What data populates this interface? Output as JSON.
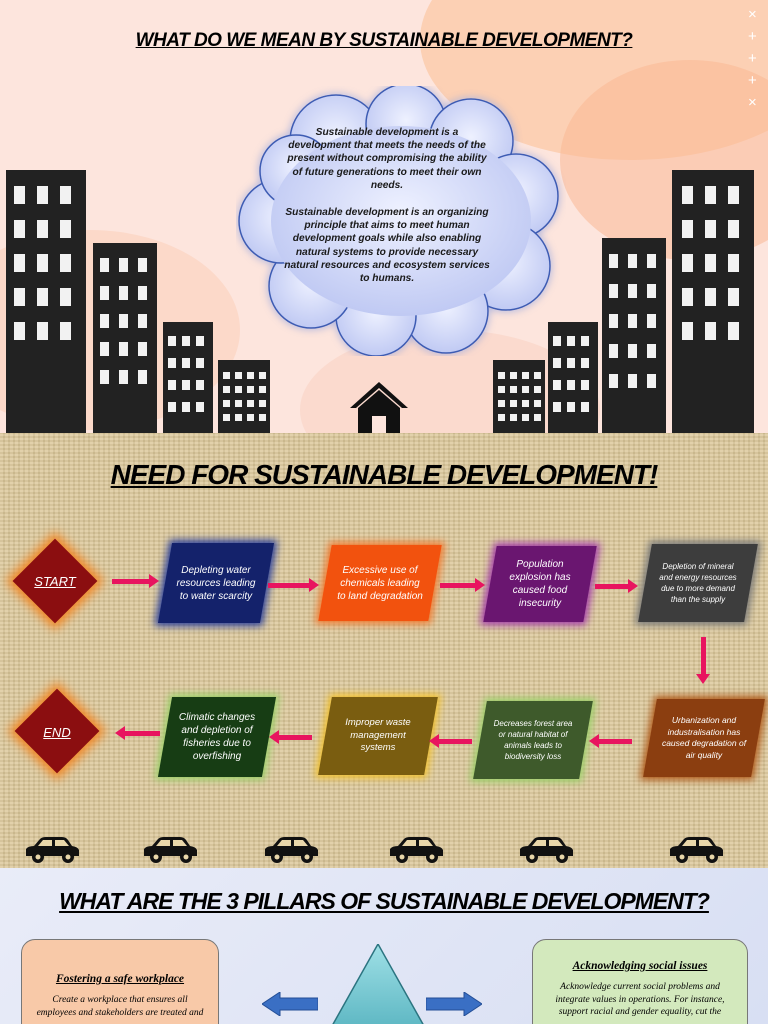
{
  "section_meaning": {
    "title": "WHAT DO WE MEAN BY SUSTAINABLE DEVELOPMENT?",
    "paragraph_1": "Sustainable development is a development that meets the needs of the present without compromising the ability of future generations to meet their own needs.",
    "paragraph_2": "Sustainable development is an organizing principle that aims to meet human development goals while also enabling natural systems to provide necessary natural resources and ecosystem services to humans."
  },
  "section_need": {
    "title": "NEED FOR SUSTAINABLE DEVELOPMENT!",
    "start_label": "START",
    "end_label": "END",
    "steps": [
      {
        "text": "Depleting water resources leading to water scarcity",
        "color": "#14226b"
      },
      {
        "text": "Excessive use of chemicals leading to land degradation",
        "color": "#f2520e"
      },
      {
        "text": "Population explosion has caused food insecurity",
        "color": "#6a1670"
      },
      {
        "text": "Depletion of mineral and energy resources due to more demand than the supply",
        "color": "#3d3d3d"
      },
      {
        "text": "Urbanization and industralisation has caused degradation of air quality",
        "color": "#8b3e10"
      },
      {
        "text": "Decreases forest area or natural habitat of animals leads to biodiversity loss",
        "color": "#3e5a2b"
      },
      {
        "text": "Improper waste management systems",
        "color": "#7a5d10"
      },
      {
        "text": "Climatic changes and depletion of fisheries due to overfishing",
        "color": "#173d14"
      }
    ]
  },
  "section_pillars": {
    "title": "WHAT ARE THE 3 PILLARS OF SUSTAINABLE DEVELOPMENT?",
    "left_card": {
      "heading": "Fostering a safe workplace",
      "body": "Create a workplace that ensures all employees and stakeholders are treated and",
      "color": "#f8c9a8"
    },
    "right_card": {
      "heading": "Acknowledging social issues",
      "body": "Acknowledge current social problems and integrate values in operations. For instance, support racial and gender equality, cut the",
      "color": "#d3e9bd"
    }
  },
  "colors": {
    "arrow": "#e8145f",
    "diamond": "#8b0e10",
    "building": "#222222"
  }
}
